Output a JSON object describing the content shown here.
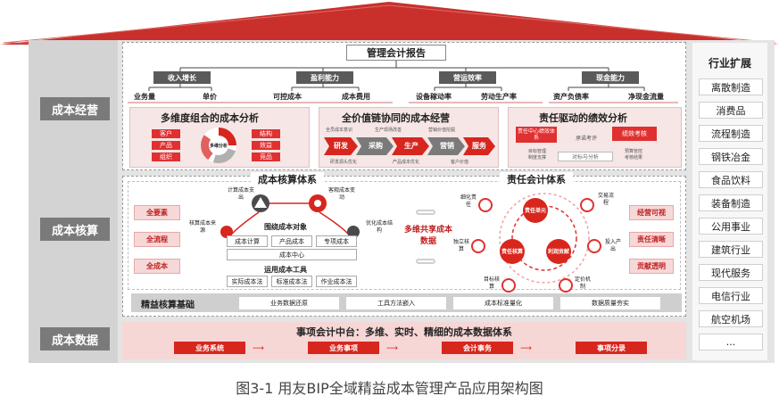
{
  "caption": "图3-1 用友BIP全域精益成本管理产品应用架构图",
  "row_labels": [
    "成本经营",
    "成本核算",
    "成本数据"
  ],
  "management": {
    "title": "管理会计报告",
    "categories": [
      "收入增长",
      "盈利能力",
      "营运效率",
      "现金能力"
    ],
    "metrics": [
      "业务量",
      "单价",
      "可控成本",
      "成本费用",
      "设备稼动率",
      "劳动生产率",
      "资产负债率",
      "净现金流量"
    ]
  },
  "cards": [
    {
      "title": "多维度组合的成本分析",
      "left_tags": [
        "客户",
        "产品",
        "组织"
      ],
      "right_tags": [
        "结构",
        "效益",
        "竞品"
      ],
      "center": "多维分析"
    },
    {
      "title": "全价值链协同的成本经营",
      "stages": [
        "研发",
        "采购",
        "生产",
        "营销",
        "服务"
      ],
      "top_notes": [
        "全员成本意识",
        "生产现场改善",
        "营销价值挖掘"
      ],
      "bottom_notes": [
        "研发源头优化",
        "产品成本优化",
        "客户价值"
      ]
    },
    {
      "title": "责任驱动的绩效分析",
      "left_tag": "责任中心绩效体系",
      "right_tag": "绩效考核",
      "middle_note": "承诺考评",
      "bottom_bar": "对标与分析",
      "left_notes": [
        "目标管理",
        "制度支撑"
      ],
      "right_notes": [
        "预算管控",
        "考核结果"
      ]
    }
  ],
  "costing": {
    "title": "成本核算体系",
    "left_buttons": [
      "全要素",
      "全流程",
      "全成本"
    ],
    "triangle_labels": [
      "计算成本支出",
      "客观成本变动",
      "核算成本来源",
      "优化成本结构"
    ],
    "object_title": "围绕成本对象",
    "objects": [
      "成本计算",
      "产品成本",
      "专项成本"
    ],
    "center": "成本中心",
    "tools_title": "运用成本工具",
    "tools": [
      "实际成本法",
      "标准成本法",
      "作业成本法"
    ]
  },
  "shared": "多维共享成本数据",
  "responsibility": {
    "title": "责任会计体系",
    "core": [
      "责任单元",
      "责任核算",
      "利润贡献"
    ],
    "outer_labels": [
      "细化责任",
      "交易流程",
      "独立核算",
      "投入产出",
      "目标核算",
      "定价机制"
    ],
    "right_buttons": [
      "经营可视",
      "责任清晰",
      "贡献透明"
    ]
  },
  "foundation": {
    "title": "精益核算基础",
    "items": [
      "业务数据还原",
      "工具方法嵌入",
      "成本标准量化",
      "数据质量夯实"
    ]
  },
  "data_platform": {
    "title": "事项会计中台：多维、实时、精细的成本数据体系",
    "buttons": [
      "业务系统",
      "业务事项",
      "会计事务",
      "事项分录"
    ]
  },
  "industry": {
    "title": "行业扩展",
    "items": [
      "离散制造",
      "消费品",
      "流程制造",
      "钢铁冶金",
      "食品饮料",
      "装备制造",
      "公用事业",
      "建筑行业",
      "现代服务",
      "电信行业",
      "航空机场",
      "..."
    ]
  },
  "colors": {
    "accent": "#d7261e",
    "roof": "#c9302c",
    "label_gray": "#7a7a7a"
  }
}
